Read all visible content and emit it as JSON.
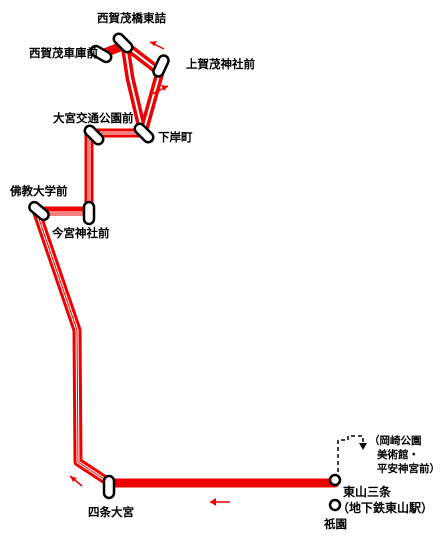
{
  "stops": [
    {
      "id": "nishigamo-hashihigashizume",
      "name": "西賀茂橋東詰"
    },
    {
      "id": "nishigamo-shakomae",
      "name": "西賀茂車庫前"
    },
    {
      "id": "kamigamo-jinjamae",
      "name": "上賀茂神社前"
    },
    {
      "id": "omiya-kotsukoenmae",
      "name": "大宮交通公園前"
    },
    {
      "id": "shimogishicho",
      "name": "下岸町"
    },
    {
      "id": "bukkyo-daigakumae",
      "name": "佛教大学前"
    },
    {
      "id": "imamiya-jinjamae",
      "name": "今宮神社前"
    },
    {
      "id": "shijo-omiya",
      "name": "四条大宮"
    },
    {
      "id": "gion",
      "name": "祇園"
    },
    {
      "id": "higashiyama-sanjo",
      "name": "東山三条"
    },
    {
      "id": "higashiyama-sanjo-sub",
      "name": "（地下鉄東山駅）"
    }
  ],
  "branch_note": [
    "（岡崎公園",
    "美術館・",
    "平安神宮前）"
  ],
  "colors": {
    "route": "#ee0000",
    "stop_fill": "#ffffff",
    "stop_stroke": "#000000",
    "branch": "#000000"
  }
}
